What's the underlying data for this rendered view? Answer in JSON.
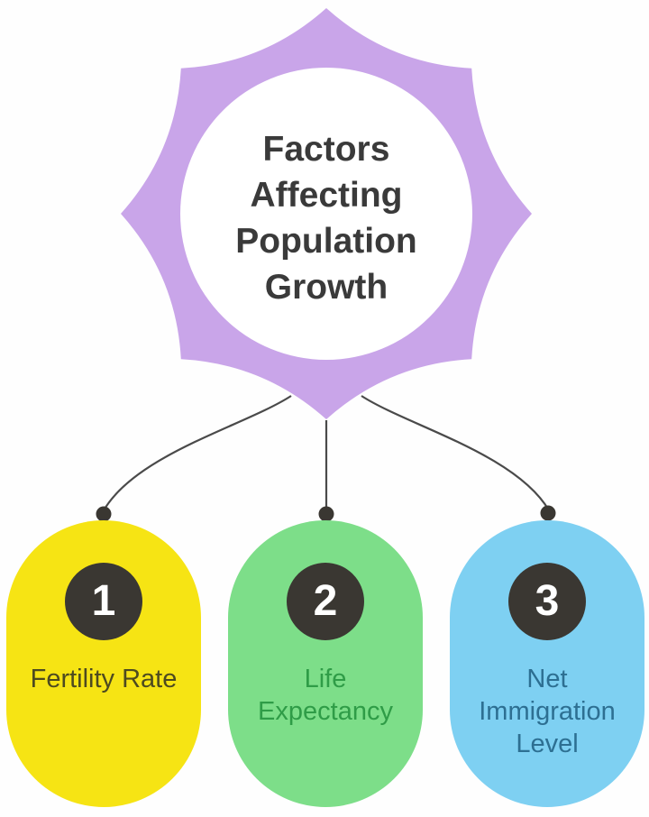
{
  "title": "Factors Affecting Population Growth",
  "colors": {
    "background": "#fefefe",
    "star_fill": "#c9a5e9",
    "star_inner_circle": "#ffffff",
    "title_text": "#3a3a3a",
    "connector_stroke": "#4a4a4a",
    "connector_dot": "#3a3732",
    "number_circle": "#3a3732",
    "number_text": "#ffffff"
  },
  "factors": [
    {
      "number": "1",
      "label": "Fertility Rate",
      "color": "#f6e414",
      "text_color": "#4d4a20"
    },
    {
      "number": "2",
      "label": "Life Expectancy",
      "color": "#7dde89",
      "text_color": "#2f9c47"
    },
    {
      "number": "3",
      "label": "Net Immigration Level",
      "color": "#7ed0f2",
      "text_color": "#2d6f92"
    }
  ]
}
